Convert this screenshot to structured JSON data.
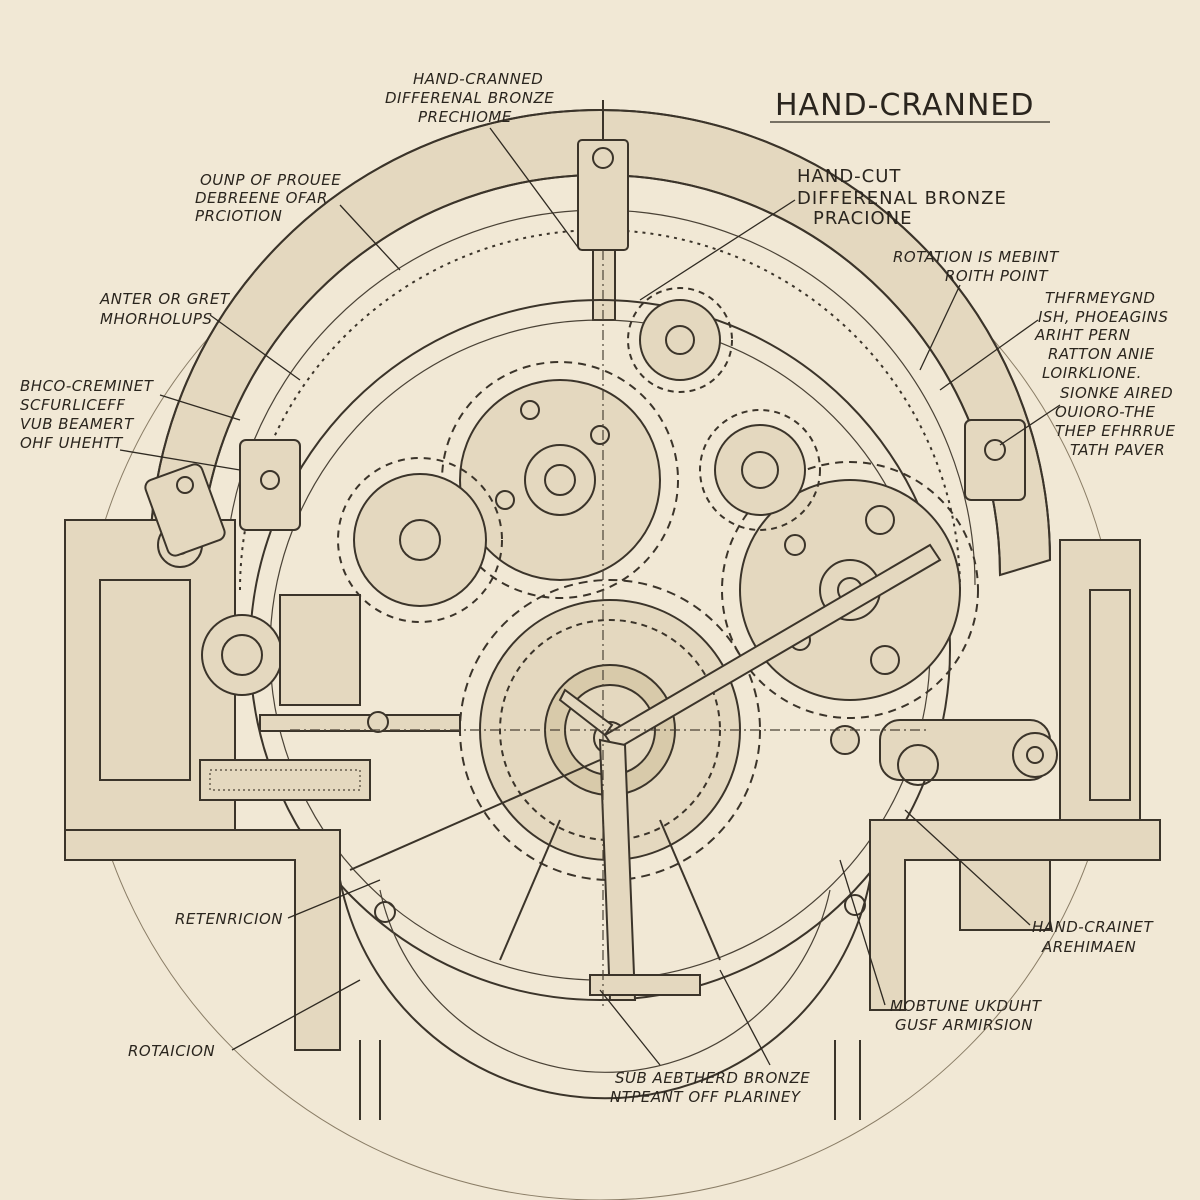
{
  "title": "HAND-CRANNED",
  "labels": {
    "top_center": [
      "HAND-CRANNED",
      "DIFFERENAL BRONZE",
      "PRECHIOME"
    ],
    "top_left": [
      "OUNP OF PROUEE",
      "DEBREENE OFAR",
      "PRCIOTION"
    ],
    "mid_top_right": [
      "HAND-CUT",
      "DIFFERENAL BRONZE",
      "PRACIONE"
    ],
    "rotation_point": [
      "ROTATION IS MEBINT",
      "ROITH POINT"
    ],
    "far_right_1": [
      "THFRMEYGND",
      "ISH, PHOEAGINS",
      "ARIHT PERN",
      "RATTON ANIE",
      "LOIRKLIONE."
    ],
    "far_right_2": [
      "SIONKE AIRED",
      "OUIORO-THE",
      "THEP EFHRRUE",
      "TATH PAVER"
    ],
    "left_1": [
      "ANTER OR GRET",
      "MHORHOLUPS"
    ],
    "left_2": [
      "BHCO-CREMINET",
      "SCFURLICEFF",
      "VUB BEAMERT",
      "OHF UHEHTT"
    ],
    "retention": "RETENRICION",
    "rotation": "ROTAICION",
    "hand_crank": [
      "HAND-CRAINET",
      "AREHIMAEN"
    ],
    "mechanism": [
      "MOBTUNE UKDUHT",
      "GUSF ARMIRSION"
    ],
    "bottom": [
      "SUB AEBTHERD BRONZE",
      "NTPEANT OFF PLARINEY"
    ]
  }
}
